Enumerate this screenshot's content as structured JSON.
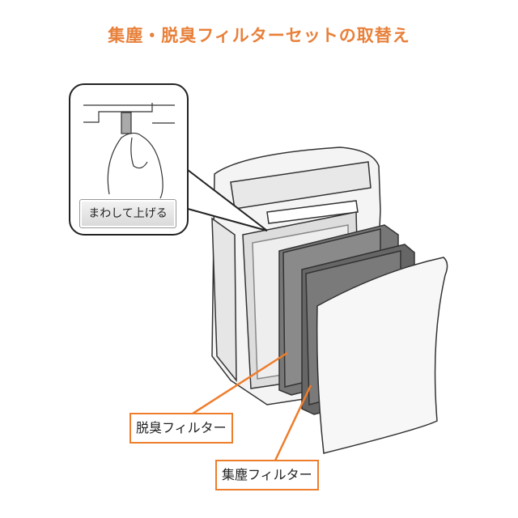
{
  "title": "集塵・脱臭フィルターセットの取替え",
  "callout": {
    "instruction": "まわして上げる"
  },
  "labels": {
    "deodorizing_filter": "脱臭フィルター",
    "dust_filter": "集塵フィルター"
  },
  "colors": {
    "accent": "#ee7d2c",
    "title": "#e8803a"
  }
}
